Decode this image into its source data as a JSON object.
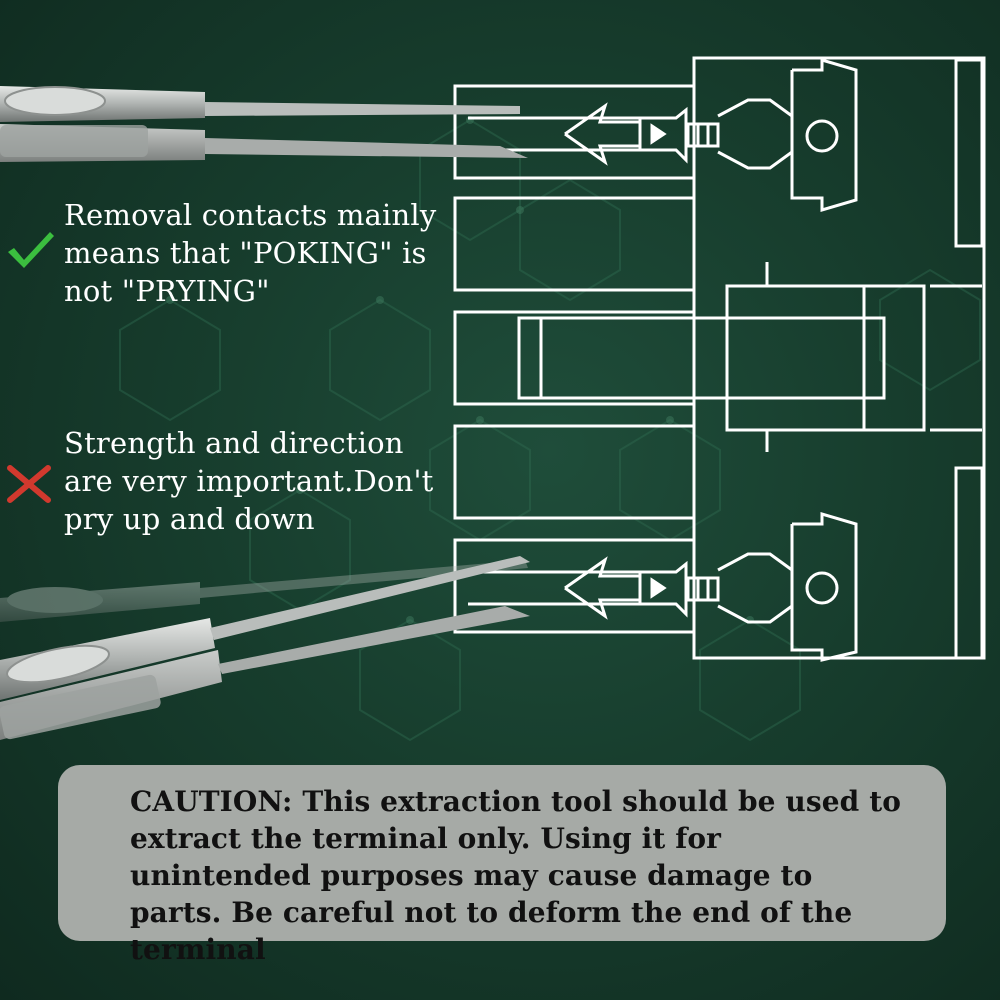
{
  "tips": [
    {
      "status": "correct",
      "icon": "check-icon",
      "color": "#3bbf3f",
      "text": "Removal contacts mainly means that \"POKING\" is not \"PRYING\""
    },
    {
      "status": "wrong",
      "icon": "cross-icon",
      "color": "#d2392e",
      "text": "Strength and direction are very important.Don't pry up and down"
    }
  ],
  "caution": {
    "text": "CAUTION: This extraction tool should be used to extract the terminal only. Using it for unintended purposes may cause damage to parts. Be careful not to deform the end of the terminal"
  },
  "colors": {
    "background": "#173d2d",
    "line_art": "#ffffff",
    "caution_panel": "#a6aaa6"
  }
}
